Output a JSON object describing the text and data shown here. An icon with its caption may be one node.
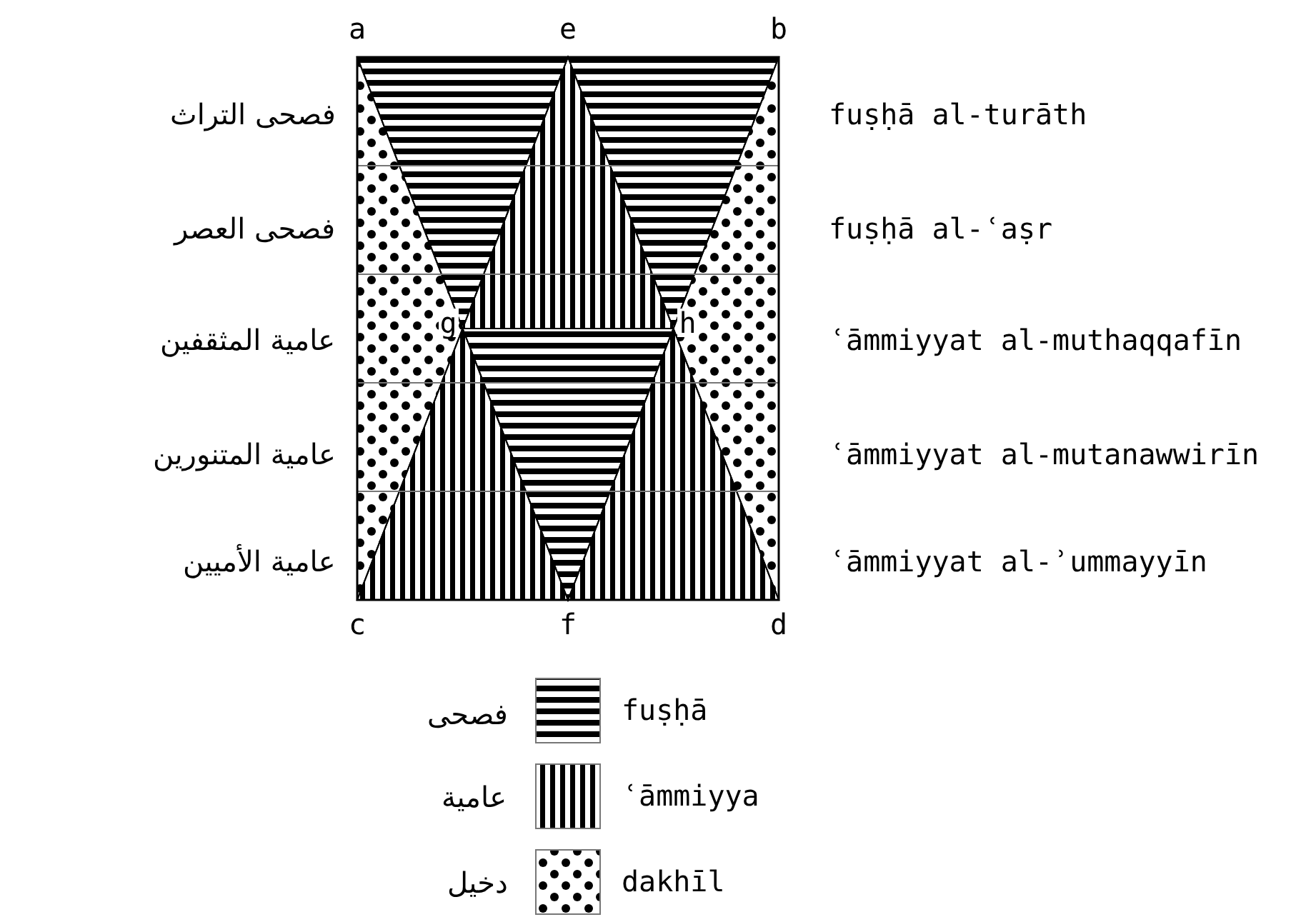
{
  "diagram": {
    "labels": [
      "a",
      "e",
      "b",
      "فصحى التراث",
      "fuṣḥā al-turāth",
      "فصحى العصر",
      "fuṣḥā al-ʿaṣr",
      "عامية المثقفين",
      "g",
      "h",
      "ʿāmmiyyat al-muthaqqafīn",
      "عامية المتنورين",
      "ʿāmmiyyat al-mutanawwirīn",
      "عامية الأميين",
      "ʿāmmiyyat al-ʾummayyīn",
      "c",
      "f",
      "d",
      "فصحى",
      "عامية",
      "دخيل"
    ],
    "legend": [
      {
        "text": "fuṣḥā"
      },
      {
        "text": "ʿāmmiyya"
      },
      {
        "text": "dakhīl"
      }
    ]
  }
}
